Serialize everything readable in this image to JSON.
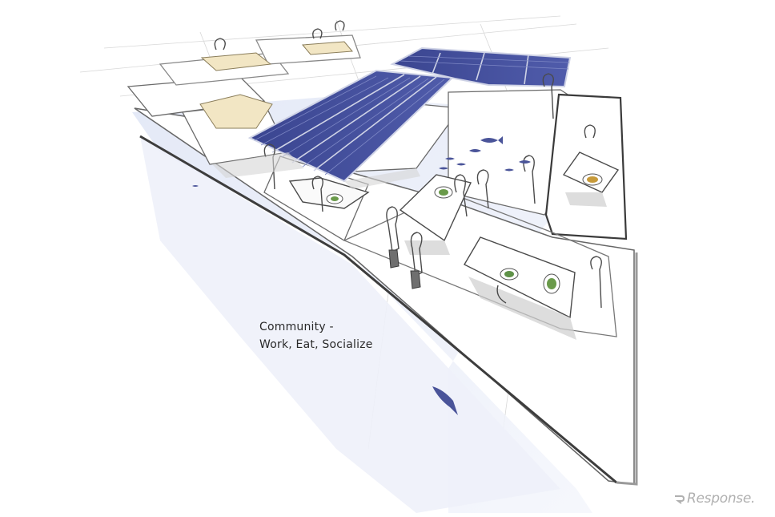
{
  "caption": {
    "line1": "Community -",
    "line2": "Work, Eat, Socialize"
  },
  "watermark": {
    "text": "Response.",
    "color": "#b0b0b0"
  },
  "colors": {
    "solar_panel": "#3f4a92",
    "solar_panel_light": "#6b77b8",
    "water": "#e8edf8",
    "fish": "#4a5499",
    "deck_outline": "#555555",
    "wood_table": "#f2e6c4"
  }
}
